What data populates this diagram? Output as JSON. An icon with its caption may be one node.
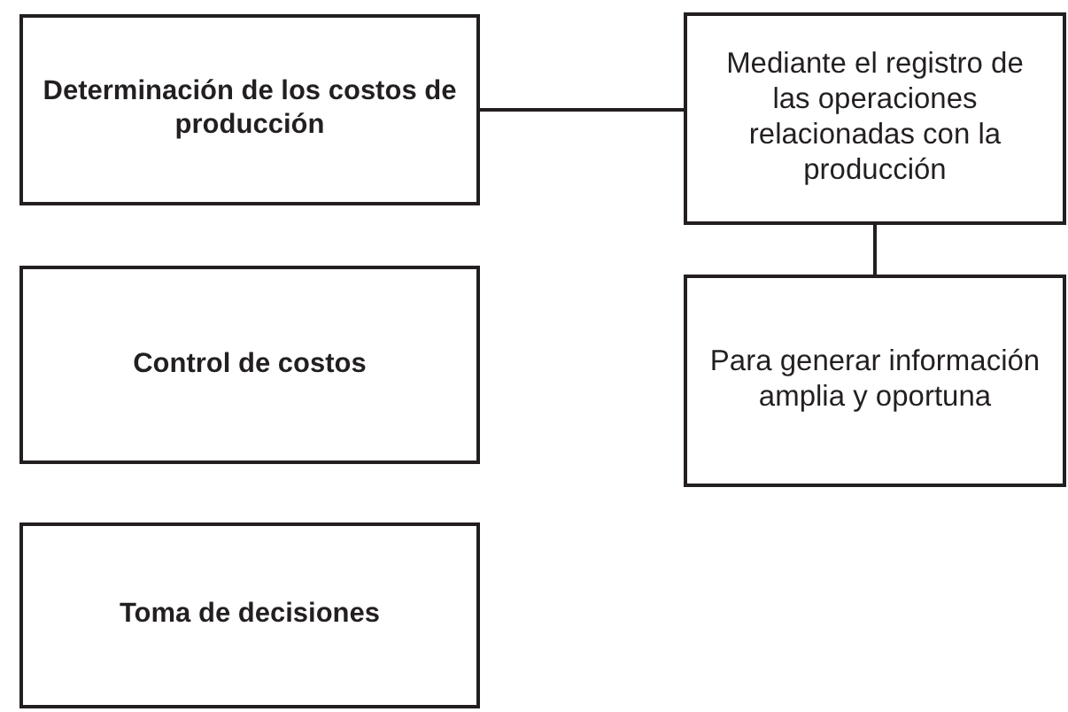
{
  "diagram": {
    "nodes": [
      {
        "text": [
          "Determinación de los costos de producción"
        ]
      },
      {
        "text": [
          "Mediante el registro de las operaciones relacionadas con la producción"
        ]
      },
      {
        "text": [
          "Control de costos"
        ]
      },
      {
        "text": [
          "Para generar información amplia y oportuna"
        ]
      },
      {
        "text": [
          "Toma de decisiones"
        ]
      }
    ],
    "edges": [
      {
        "from": 0,
        "to": 1,
        "arrow": "none"
      },
      {
        "from": 1,
        "to": 3,
        "arrow": "none"
      }
    ]
  }
}
